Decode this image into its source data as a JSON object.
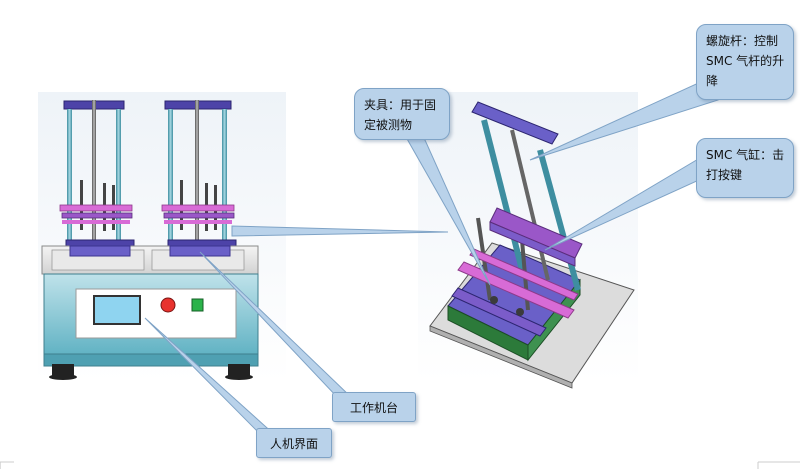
{
  "callouts": {
    "clamp": {
      "lines": [
        "夹具：用于固",
        "定被测物"
      ]
    },
    "screw_rod": {
      "lines": [
        "螺旋杆：控制",
        "SMC 气杆的升",
        "降"
      ]
    },
    "cylinder": {
      "lines": [
        "SMC 气缸：击",
        "打按键"
      ]
    },
    "workbench": {
      "label": "工作机台"
    },
    "hmi": {
      "label": "人机界面"
    }
  },
  "colors": {
    "callout_fill": "#b9d2ea",
    "callout_border": "#7fa3c6",
    "machine_purple": "#7b5cc9",
    "machine_pink": "#d86bd6",
    "machine_teal": "#5fa7b6",
    "panel_screen": "#8fd4f0",
    "button_red": "#e8322e",
    "button_green": "#2bb34a"
  }
}
